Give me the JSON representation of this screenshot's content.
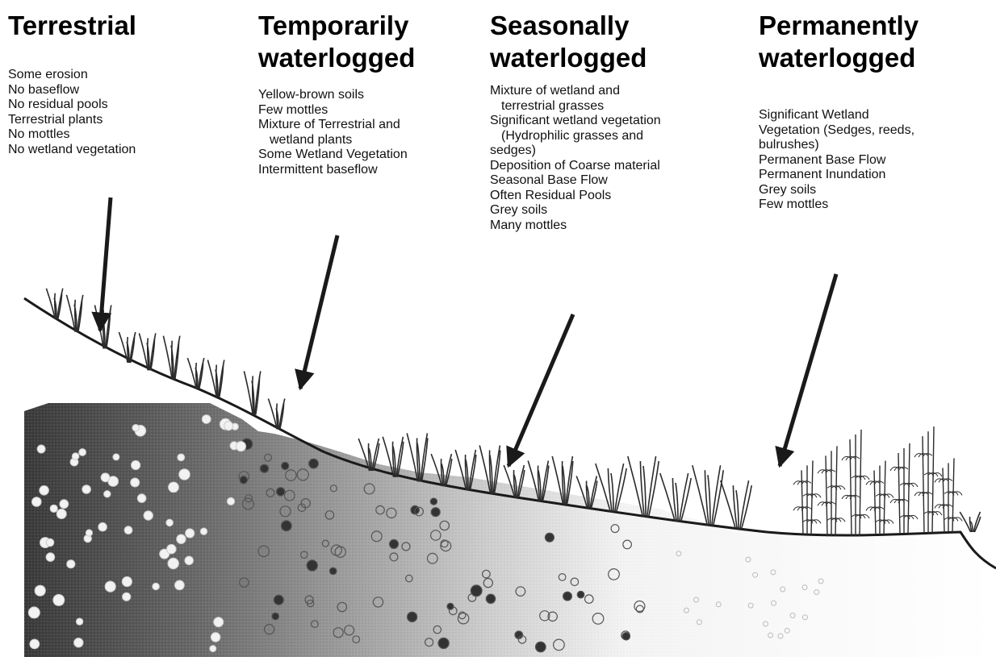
{
  "zones": [
    {
      "id": "terrestrial",
      "title_lines": [
        "Terrestrial"
      ],
      "items": [
        {
          "text": "Some erosion"
        },
        {
          "text": "No baseflow"
        },
        {
          "text": "No residual pools"
        },
        {
          "text": "Terrestrial plants"
        },
        {
          "text": "No mottles"
        },
        {
          "text": "No wetland vegetation"
        }
      ]
    },
    {
      "id": "temporarily",
      "title_lines": [
        "Temporarily",
        "waterlogged"
      ],
      "items": [
        {
          "text": "Yellow-brown soils"
        },
        {
          "text": "Few mottles"
        },
        {
          "text": "Mixture of Terrestrial and"
        },
        {
          "text": "wetland plants",
          "indent": true
        },
        {
          "text": "Some Wetland Vegetation"
        },
        {
          "text": "Intermittent baseflow"
        }
      ]
    },
    {
      "id": "seasonally",
      "title_lines": [
        "Seasonally",
        "waterlogged"
      ],
      "items": [
        {
          "text": "Mixture of wetland and"
        },
        {
          "text": "terrestrial grasses",
          "indent": true
        },
        {
          "text": "Significant wetland vegetation"
        },
        {
          "text": "(Hydrophilic grasses and",
          "indent": true
        },
        {
          "text": "sedges)"
        },
        {
          "text": "Deposition of Coarse material"
        },
        {
          "text": "Seasonal Base Flow"
        },
        {
          "text": "Often Residual Pools"
        },
        {
          "text": "Grey soils"
        },
        {
          "text": "Many mottles"
        }
      ]
    },
    {
      "id": "permanently",
      "title_lines": [
        "Permanently",
        "waterlogged"
      ],
      "items": [
        {
          "text": "Significant Wetland"
        },
        {
          "text": "Vegetation (Sedges, reeds,"
        },
        {
          "text": "bulrushes)"
        },
        {
          "text": "Permanent Base Flow"
        },
        {
          "text": "Permanent Inundation"
        },
        {
          "text": "Grey soils"
        },
        {
          "text": "Few mottles"
        }
      ]
    }
  ],
  "colors": {
    "text": "#111111",
    "title": "#000000",
    "arrow": "#1a1a1a",
    "soil_dark": "#3c3c3c",
    "soil_mid": "#8a8a8a",
    "soil_light": "#e8e8e8",
    "plant": "#2b2b2b",
    "mottle_light": "#f2f2f2",
    "mottle_dark": "#333333"
  },
  "icons": {
    "arrow": "down-arrow-icon",
    "plant": "plant-icon",
    "mottle": "mottle-icon"
  }
}
